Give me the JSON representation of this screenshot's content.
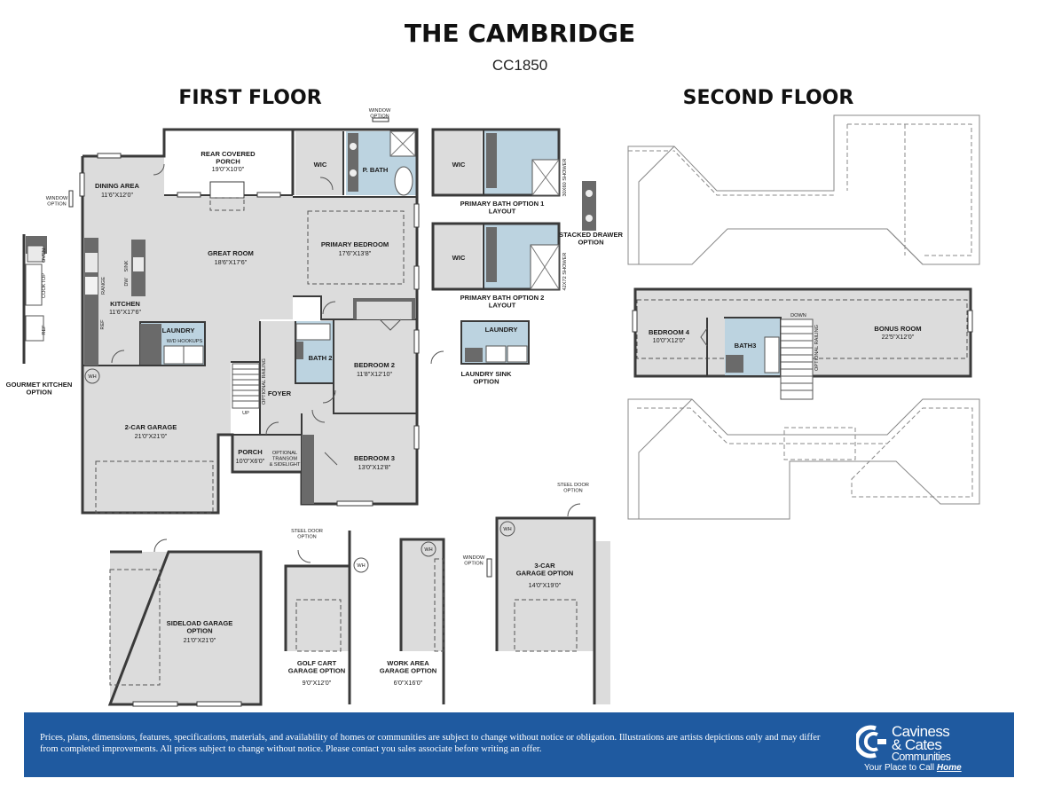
{
  "title": "THE CAMBRIDGE",
  "plan_code": "CC1850",
  "first_floor": {
    "heading": "FIRST FLOOR",
    "window_option_top": "WINDOW\nOPTION",
    "window_option_left": "WINDOW\nOPTION",
    "rooms": {
      "rear_porch": {
        "name": "REAR COVERED\nPORCH",
        "size": "19'0\"X10'0\""
      },
      "dining": {
        "name": "DINING AREA",
        "size": "11'6\"X12'0\""
      },
      "great_room": {
        "name": "GREAT ROOM",
        "size": "18'6\"X17'6\""
      },
      "kitchen": {
        "name": "KITCHEN",
        "size": "11'6\"X17'6\""
      },
      "laundry": {
        "name": "LAUNDRY",
        "note": "W/D HOOKUPS"
      },
      "wic": {
        "name": "WIC"
      },
      "p_bath": {
        "name": "P. BATH"
      },
      "primary_bedroom": {
        "name": "PRIMARY BEDROOM",
        "size": "17'6\"X13'8\""
      },
      "bath2": {
        "name": "BATH 2"
      },
      "bedroom2": {
        "name": "BEDROOM 2",
        "size": "11'8\"X12'10\""
      },
      "bedroom3": {
        "name": "BEDROOM 3",
        "size": "13'0\"X12'8\""
      },
      "foyer": {
        "name": "FOYER"
      },
      "porch": {
        "name": "PORCH",
        "size": "10'0\"X6'0\""
      },
      "garage": {
        "name": "2-CAR GARAGE",
        "size": "21'0\"X21'0\""
      }
    },
    "labels": {
      "optional_railing": "OPTIONAL RAILING",
      "transom": "OPTIONAL\nTRANSOM\n& SIDELIGHT",
      "up": "UP",
      "wh": "WH",
      "range": "RANGE",
      "dw": "DW",
      "sink": "SINK",
      "ref": "REF"
    }
  },
  "gourmet_kitchen": {
    "label": "GOURMET KITCHEN\nOPTION",
    "oven": "OVEN",
    "cooktop": "COOKTOP",
    "ref": "REF"
  },
  "bath_options": {
    "option1": "PRIMARY BATH OPTION 1\nLAYOUT",
    "option2": "PRIMARY BATH OPTION 2\nLAYOUT",
    "shower1": "30X60 SHOWER",
    "shower2": "42X72 SHOWER",
    "wic": "WIC",
    "stacked": "STACKED DRAWER\nOPTION",
    "laundry_sink": "LAUNDRY SINK\nOPTION",
    "laundry": "LAUNDRY"
  },
  "second_floor": {
    "heading": "SECOND FLOOR",
    "bedroom4": {
      "name": "BEDROOM 4",
      "size": "10'0\"X12'0\""
    },
    "bath3": {
      "name": "BATH3"
    },
    "bonus": {
      "name": "BONUS ROOM",
      "size": "22'5\"X12'0\""
    },
    "down": "DOWN",
    "optional_railing": "OPTIONAL RAILING"
  },
  "garage_options": {
    "sideload": {
      "name": "SIDELOAD GARAGE\nOPTION",
      "size": "21'0\"X21'0\""
    },
    "golf_cart": {
      "name": "GOLF CART\nGARAGE OPTION",
      "size": "9'0\"X12'0\""
    },
    "work_area": {
      "name": "WORK AREA\nGARAGE OPTION",
      "size": "6'0\"X16'0\""
    },
    "three_car": {
      "name": "3-CAR\nGARAGE OPTION",
      "size": "14'0\"X19'0\""
    },
    "steel_door": "STEEL DOOR\nOPTION",
    "window_option": "WINDOW\nOPTION",
    "wh": "WH"
  },
  "footer": {
    "disclaimer": "Prices, plans, dimensions, features, specifications, materials, and availability of homes or communities are subject to change without notice or obligation. Illustrations are artists depictions only and may differ from completed improvements. All prices subject to change without notice. Please contact you sales associate before writing an offer.",
    "brand_line1": "Caviness",
    "brand_line2": "& Cates",
    "brand_line3": "Communities",
    "tagline_prefix": "Your Place to Call ",
    "tagline_emph": "Home",
    "brand_color": "#1f5aa0"
  },
  "colors": {
    "floor": "#dcdcdc",
    "wall": "#3a3a3a",
    "bath": "#bcd3e0",
    "cabinet": "#6a6a6a"
  }
}
